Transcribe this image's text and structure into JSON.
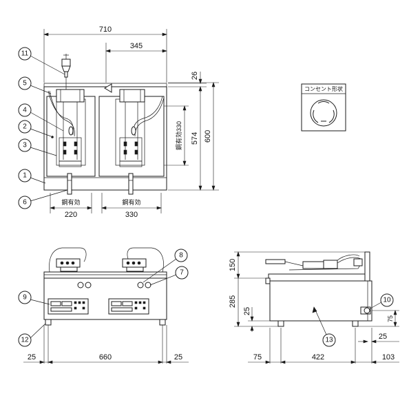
{
  "top_view": {
    "width_total": "710",
    "width_right": "345",
    "margin_top": "26",
    "depth_574": "574",
    "depth_600": "600",
    "basket_label_vert": "鋼有効330",
    "basket_label_left": "鋼有効",
    "basket_width_left": "220",
    "basket_label_right": "鋼有効",
    "basket_width_right": "330"
  },
  "front_view": {
    "dim_left": "25",
    "dim_center": "660",
    "dim_right": "25"
  },
  "side_view": {
    "height_top": "150",
    "height_body": "285",
    "height_small": "25",
    "height_right": "75",
    "dim_left": "75",
    "dim_center": "422",
    "dim_right_top": "25",
    "dim_right": "103"
  },
  "outlet": {
    "label": "コンセント形状"
  },
  "callouts": [
    "1",
    "2",
    "3",
    "4",
    "5",
    "6",
    "7",
    "8",
    "9",
    "10",
    "11",
    "12",
    "13"
  ]
}
